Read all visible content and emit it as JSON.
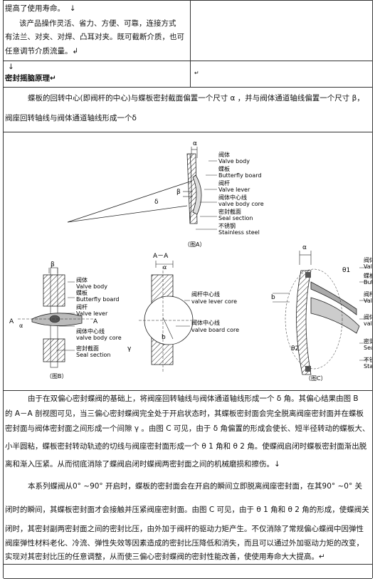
{
  "intro": {
    "line1": "提高了使用寿命。",
    "mark1": "↓",
    "line2": "该产品操作灵活、省力、方便、可靠，连接方式",
    "line3": "有法兰、对夹、对焊、凸耳对夹。既可截断介质，也可",
    "line4": "任意调节介质流量。",
    "mark4": "↲"
  },
  "section": {
    "mark": "↓",
    "title": "密封摇脑原理",
    "title_mark": "↵",
    "right_mark": "↵"
  },
  "para1": {
    "line1": "蝶板的回转中心(即阀杆的中心)与蝶板密封截面偏置一个尺寸 α ，并与阀体通道轴线偏置一个尺寸 β，",
    "line2": "阀座回转轴线与阀体通道轴线形成一个"
  },
  "figures": {
    "a": {
      "alpha": "α",
      "beta": "β",
      "delta": "δ",
      "valve_body_cn": "阀体",
      "valve_body_en": "Valve body",
      "butterfly_cn": "蝶板",
      "butterfly_en": "Butterfly board",
      "lever_cn": "阀杆",
      "lever_en": "Valve lever",
      "core_cn": "阀体中心线",
      "core_en": "valve body core",
      "seal_cn": "密封截面",
      "seal_en": "Seal section",
      "steel_cn": "不锈钢",
      "steel_en": "Stainless steel",
      "caption": "（图A）"
    },
    "b": {
      "beta": "β",
      "a_left": "A",
      "a_right": "A",
      "alpha": "α",
      "valve_body_cn": "阀体",
      "valve_body_en": "Valve body",
      "butterfly_cn": "蝶板",
      "butterfly_en": "Butterfly board",
      "lever_cn": "阀杆",
      "lever_en": "Valve lever",
      "core_cn": "阀体中心线",
      "core_en": "valve body core",
      "seal_cn": "密封截面",
      "seal_en": "Seal section",
      "caption": "（图B）"
    },
    "aa": {
      "title": "A－A",
      "alpha": "α",
      "b": "b",
      "gamma": "γ",
      "lever_core_cn": "阀杆中心线",
      "lever_core_en": "valve lever core",
      "board_core_cn": "阀体中心线",
      "board_core_en": "valve board core"
    },
    "c": {
      "alpha": "α",
      "theta1": "θ1",
      "theta2": "θ2",
      "b": "b",
      "valve_body_cn": "阀体",
      "valve_body_en": "Valve",
      "butterfly_cn": "蝶板",
      "butterfly_en": "Butte",
      "lever_cn": "阀杆",
      "lever_en": "Valve",
      "core_cn": "阀体",
      "core_en": "valve",
      "seal_cn": "密封",
      "seal_en": "Seal",
      "steel_cn": "不锈",
      "steel_en": "Stai",
      "caption": "（图C）"
    }
  },
  "para2": {
    "line1": "由于在双偏心密封蝶阀的基础上，将阀座回转轴线与阀体通道轴线形成一个 δ 角。其偏心结果由图 B",
    "line2": "的 A－A 剖视图可见，当三偏心密封蝶阀完全处于开启状态时，其蝶板密封面会完全脱离阀座密封面并在蝶板",
    "line3": "密封面与阀体密封面之间形成一个间隙 γ 。由图 C 可见，由于 δ 角偏置的形成会使长、短半径转动的蝶板大、",
    "line4": "小半圆粘，蝶板密封转动轨迹的切线与阀座密封面形成一个 θ 1 角和 θ 2 角。使蝶阀启闭时蝶板密封面渐出脱",
    "line5": "离和渐入压紧。从而彻底消除了蝶阀启闭时蝶阀两密封面之间的机械磨损和擦伤。↓"
  },
  "para3": {
    "line1": "本系列蝶阀从0° ~90° 开启时，蝶板的密封面会在开启的瞬间立即脱离阀座密封面，在其90° ~0° 关",
    "line2": "闭时的瞬间，其蝶板密封面才会接触并压紧阀座密封面。由图 C 可见，由于 θ 1 角和 θ 2 角的形成，使蝶阀关",
    "line3": "闭时，其密封副两密封面之间的密封比压，由外加于阀杆的驱动力矩产生。不仅消除了常规偏心蝶阀中因弹性",
    "line4": "阀座弹性材料老化、冷流、弹性失效等因素造成的密封比压降低和消失，而且可以通过外加驱动力矩的改变，",
    "line5": "实现对其密封比压的任意调整，从而使三偏心密封蝶阀的密封性能改善，使使用寿命大大提高。↵"
  }
}
